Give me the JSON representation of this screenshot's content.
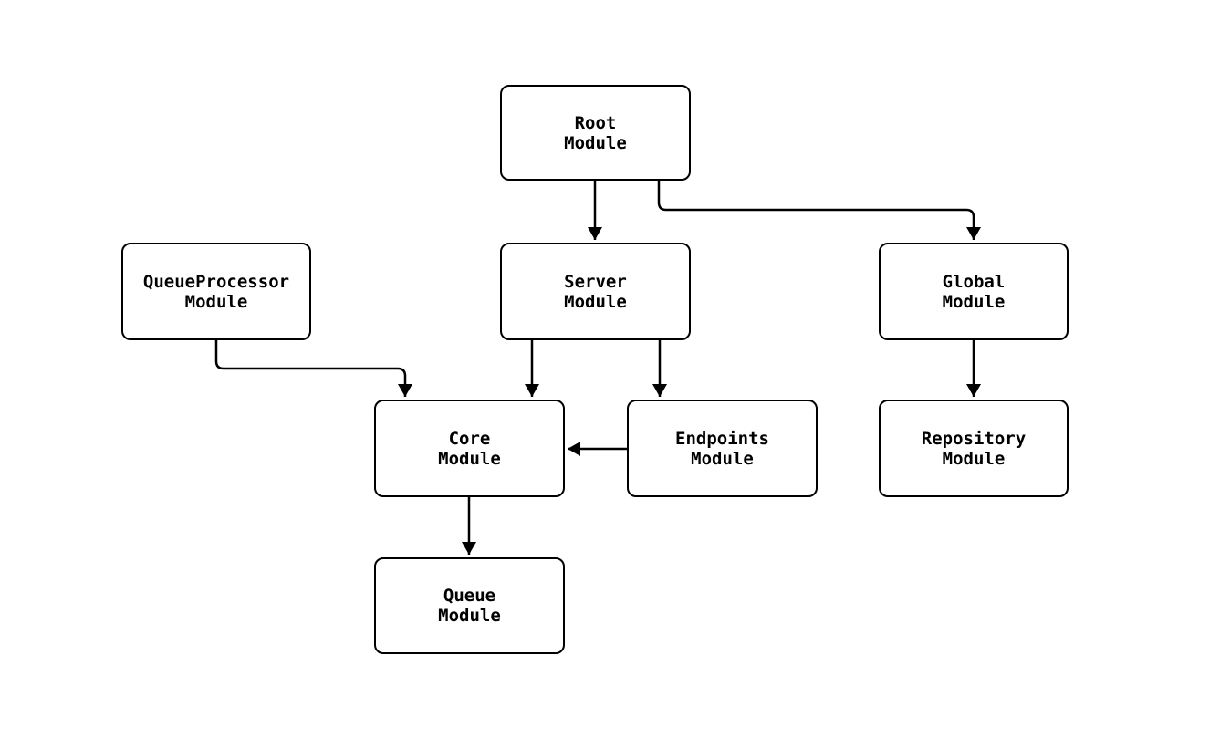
{
  "colors": {
    "background": "#ffffff",
    "node_fill": "#ffffff",
    "stroke": "#000000",
    "text": "#000000"
  },
  "diagram": {
    "type": "flowchart",
    "direction": "top-down",
    "nodes": [
      {
        "id": "root",
        "label": "Root\nModule"
      },
      {
        "id": "queueprocessor",
        "label": "QueueProcessor\nModule"
      },
      {
        "id": "server",
        "label": "Server\nModule"
      },
      {
        "id": "global",
        "label": "Global\nModule"
      },
      {
        "id": "core",
        "label": "Core\nModule"
      },
      {
        "id": "endpoints",
        "label": "Endpoints\nModule"
      },
      {
        "id": "repository",
        "label": "Repository\nModule"
      },
      {
        "id": "queue",
        "label": "Queue\nModule"
      }
    ],
    "edges": [
      {
        "from": "root",
        "to": "server"
      },
      {
        "from": "root",
        "to": "global"
      },
      {
        "from": "queueprocessor",
        "to": "core"
      },
      {
        "from": "server",
        "to": "core"
      },
      {
        "from": "server",
        "to": "endpoints"
      },
      {
        "from": "endpoints",
        "to": "core"
      },
      {
        "from": "global",
        "to": "repository"
      },
      {
        "from": "core",
        "to": "queue"
      }
    ]
  }
}
